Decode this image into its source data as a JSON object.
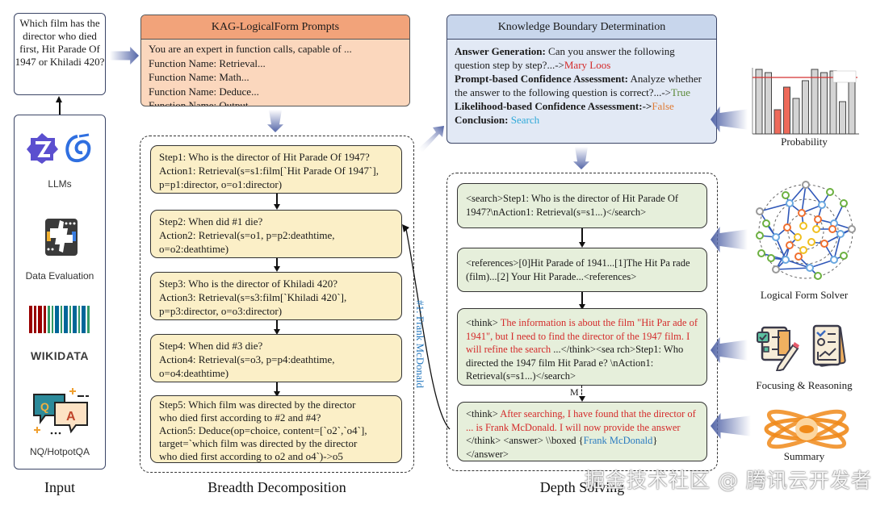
{
  "input": {
    "question": "Which film has the director who died first, Hit Parade Of 1947 or Khiladi 420?",
    "resources": [
      {
        "label": "LLMs",
        "icon": "llm-logos-icon"
      },
      {
        "label": "Data Evaluation",
        "icon": "thumbs-evaluation-icon"
      },
      {
        "label": "WIKIDATA",
        "icon": "wikidata-barcode-icon"
      },
      {
        "label": "NQ/HotpotQA",
        "icon": "qa-chat-bubbles-icon"
      }
    ],
    "caption": "Input"
  },
  "prompts": {
    "title": "KAG-LogicalForm Prompts",
    "lines": [
      "You are an expert in function calls, capable of ...",
      "Function Name: Retrieval...",
      "Function Name: Math...",
      "Function Name: Deduce...",
      "Function Name: Output..."
    ]
  },
  "breadth": {
    "caption": "Breadth Decomposition",
    "steps": [
      {
        "lines": [
          "Step1: Who is the director of Hit Parade Of 1947?",
          "Action1: Retrieval(s=s1:film[`Hit Parade Of 1947`],",
          "p=p1:director, o=o1:director)"
        ]
      },
      {
        "lines": [
          "Step2: When did #1 die?",
          "Action2: Retrieval(s=o1, p=p2:deathtime,",
          "o=o2:deathtime)"
        ]
      },
      {
        "lines": [
          "Step3: Who is the director of Khiladi 420?",
          "Action3: Retrieval(s=s3:film[`Khiladi 420`],",
          "p=p3:director, o=o3:director)"
        ]
      },
      {
        "lines": [
          "Step4: When did #3 die?",
          "Action4: Retrieval(s=o3, p=p4:deathtime,",
          "o=o4:deathtime)"
        ]
      },
      {
        "lines": [
          "Step5: Which film was directed by the director",
          "who died first according to #2 and #4?",
          "Action5: Deduce(op=choice, content=[`o2`,`o4`],",
          "target=`which film was directed by the director",
          "who died first according to o2 and o4`)->o5"
        ]
      }
    ],
    "feedback_label": "#1: Frank McDonald"
  },
  "kbd": {
    "title": "Knowledge Boundary Determination",
    "answer_generation_label": "Answer Generation:",
    "answer_generation_text": " Can you answer the following question step by step?...->",
    "answer_generation_value": "Mary Loos",
    "prompt_conf_label": "Prompt-based Confidence Assessment:",
    "prompt_conf_text": " Analyze whether the answer to the following question is correct?...->",
    "prompt_conf_value": "True",
    "likelihood_label": "Likelihood-based Confidence Assessment:",
    "likelihood_arrow": "->",
    "likelihood_value": "False",
    "conclusion_label": "Conclusion:",
    "conclusion_value": "Search",
    "colors": {
      "answer": "#d42a2a",
      "true": "#5c8a3a",
      "false": "#e07b34",
      "search": "#2fa8d8"
    }
  },
  "depth": {
    "caption": "Depth Solving",
    "box1": "<search>Step1: Who is the director of Hit Parade Of 1947?\\nAction1: Retrieval(s=s1...)</search>",
    "box2": "<references>[0]Hit Parade of 1941...[1]The Hit Pa rade (film)...[2] Your Hit Parade...<references>",
    "box3_open": "<think> ",
    "box3_red": "The information is about the film \"Hit Par ade of 1941\", but I need to find the director of the 1947 film. I will refine the search",
    "box3_rest": " ...</think><sea rch>Step1:  Who directed the 1947 film Hit Parad e? \\nAction1: Retrieval(s=s1...)</search>",
    "m_label": "M",
    "box4_open": "<think> ",
    "box4_red": "After searching, I have found that the director of ... is Frank McDonald. I will now provide the answer",
    "box4_mid": " </think> <answer> \\\\boxed {",
    "box4_answer": "Frank McDonald",
    "box4_close": "}</answer>"
  },
  "right_panel": {
    "items": [
      {
        "label": "Probability",
        "icon": "probability-bar-chart-icon"
      },
      {
        "label": "Logical Form Solver",
        "icon": "graph-network-icon"
      },
      {
        "label": "Focusing & Reasoning",
        "icon": "checklist-documents-icon"
      },
      {
        "label": "Summary",
        "icon": "orange-atom-icon"
      }
    ]
  },
  "watermark": "掘金技术社区 @ 腾讯云开发者"
}
